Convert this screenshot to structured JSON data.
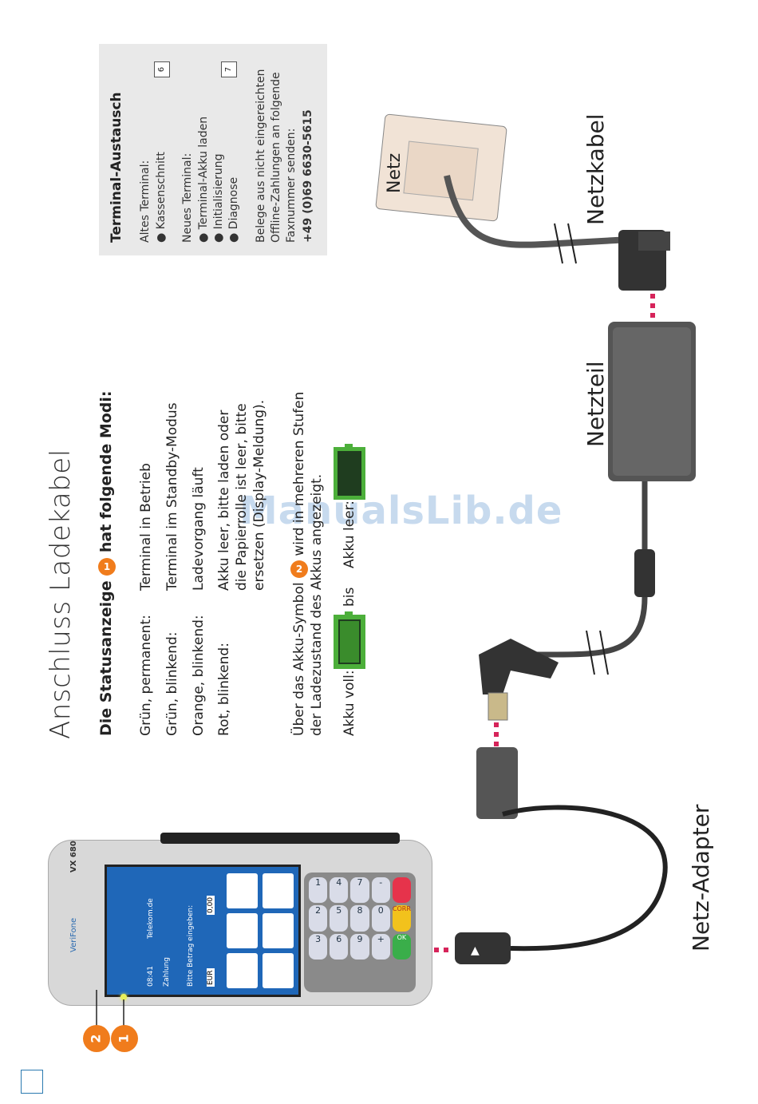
{
  "title": "Anschluss Ladekabel",
  "status_heading": {
    "prefix": "Die Statusanzeige",
    "badge": "1",
    "suffix": "hat folgende Modi:"
  },
  "modes": [
    {
      "label": "Grün, permanent:",
      "desc": [
        "Terminal in Betrieb"
      ]
    },
    {
      "label": "Grün, blinkend:",
      "desc": [
        "Terminal im Standby-Modus"
      ]
    },
    {
      "label": "Orange, blinkend:",
      "desc": [
        "Ladevorgang läuft"
      ]
    },
    {
      "label": "Rot, blinkend:",
      "desc": [
        "Akku leer, bitte laden oder",
        "die Papierrolle ist leer, bitte",
        "ersetzen (Display-Meldung)."
      ]
    }
  ],
  "battery_text": {
    "line1_prefix": "Über das Akku-Symbol",
    "badge": "2",
    "line1_suffix": "wird in mehreren Stufen",
    "line2": "der Ladezustand des Akkus angezeigt."
  },
  "battery_row": {
    "full_label": "Akku voll:",
    "bis": "bis",
    "empty_label": "Akku leer:"
  },
  "box": {
    "title": "Terminal-Austausch",
    "old_label": "Altes Terminal:",
    "old_items": [
      "Kassenschnitt"
    ],
    "old_page": "6",
    "new_label": "Neues Terminal:",
    "new_items": [
      "Terminal-Akku laden",
      "Initialisierung",
      "Diagnose"
    ],
    "new_page": "7",
    "note": [
      "Belege aus nicht eingereichten",
      "Offline-Zahlungen an folgende",
      "Faxnummer senden:"
    ],
    "fax": "+49 (0)69 6630-5615"
  },
  "labels": {
    "netz": "Netz",
    "netzkabel": "Netzkabel",
    "netzteil": "Netzteil",
    "netz_adapter": "Netz-Adapter"
  },
  "terminal": {
    "brand": "VeriFone",
    "model": "VX 680",
    "time": "08:41",
    "provider": "Telekom.de",
    "screen_title": "Zahlung",
    "prompt": "Bitte Betrag eingeben:",
    "currency": "EUR",
    "amount": "0,00",
    "keys": [
      "1",
      "2",
      "3",
      "4",
      "5",
      "6",
      "7",
      "8",
      "9",
      "-",
      "0",
      "+"
    ],
    "corr": "CORR",
    "ok": "OK"
  },
  "callouts": [
    "2",
    "1"
  ],
  "watermark": "ManualsLib.de",
  "colors": {
    "accent": "#f07c1c",
    "dotted": "#d6245a",
    "battery_green": "#4caf3a",
    "battery_dark": "#1f3d1f"
  }
}
